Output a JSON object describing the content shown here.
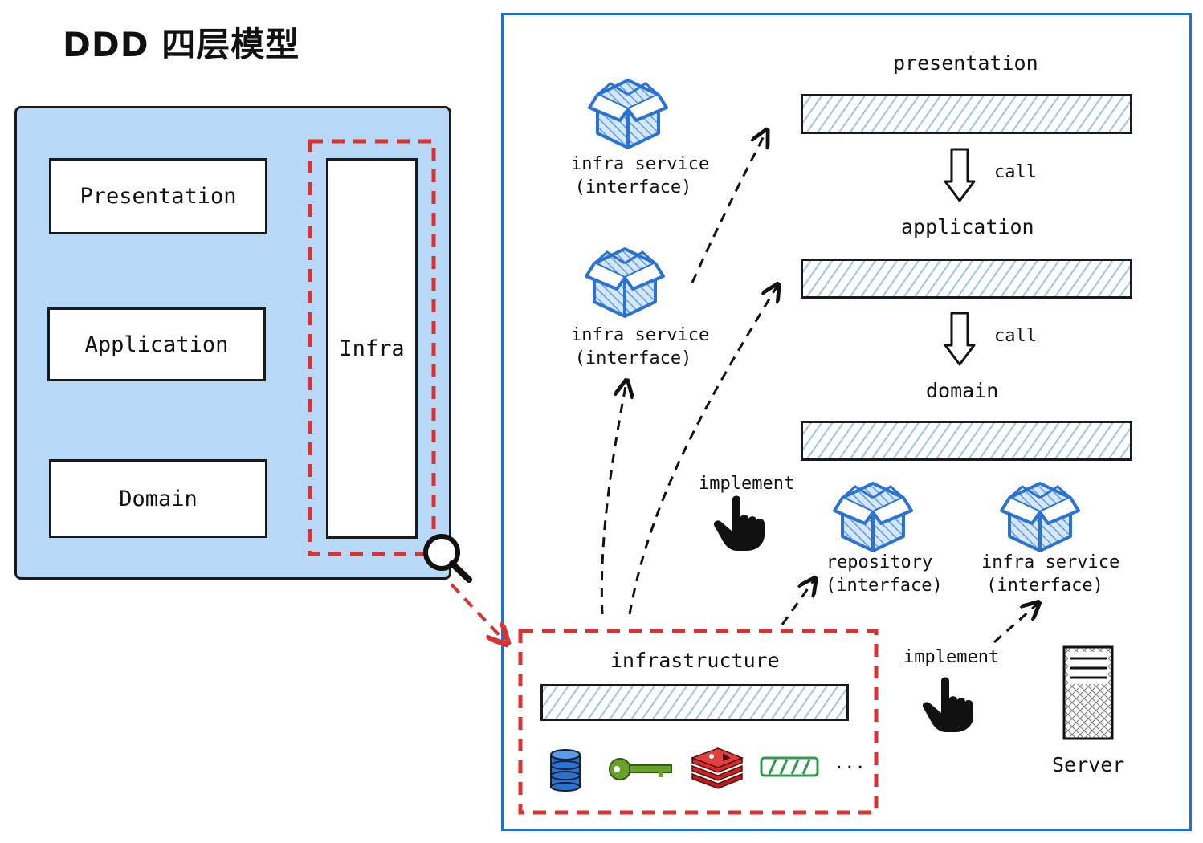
{
  "title": "DDD 四层模型",
  "left": {
    "presentation": "Presentation",
    "application": "Application",
    "domain": "Domain",
    "infra": "Infra"
  },
  "right": {
    "presentation": "presentation",
    "application": "application",
    "domain": "domain",
    "infrastructure": "infrastructure",
    "call_1": "call",
    "call_2": "call",
    "implement_1": "implement",
    "implement_2": "implement",
    "service_1_line1": "infra service",
    "service_1_line2": "(interface)",
    "service_2_line1": "infra service",
    "service_2_line2": "(interface)",
    "repo_line1": "repository",
    "repo_line2": "(interface)",
    "service_3_line1": "infra service",
    "service_3_line2": "(interface)",
    "server": "Server",
    "ellipsis": "..."
  },
  "colors": {
    "panel_blue": "#b7d8f7",
    "frame_blue": "#1e6fd9",
    "dash_red": "#d93232",
    "box_blue": "#2a72d4"
  }
}
